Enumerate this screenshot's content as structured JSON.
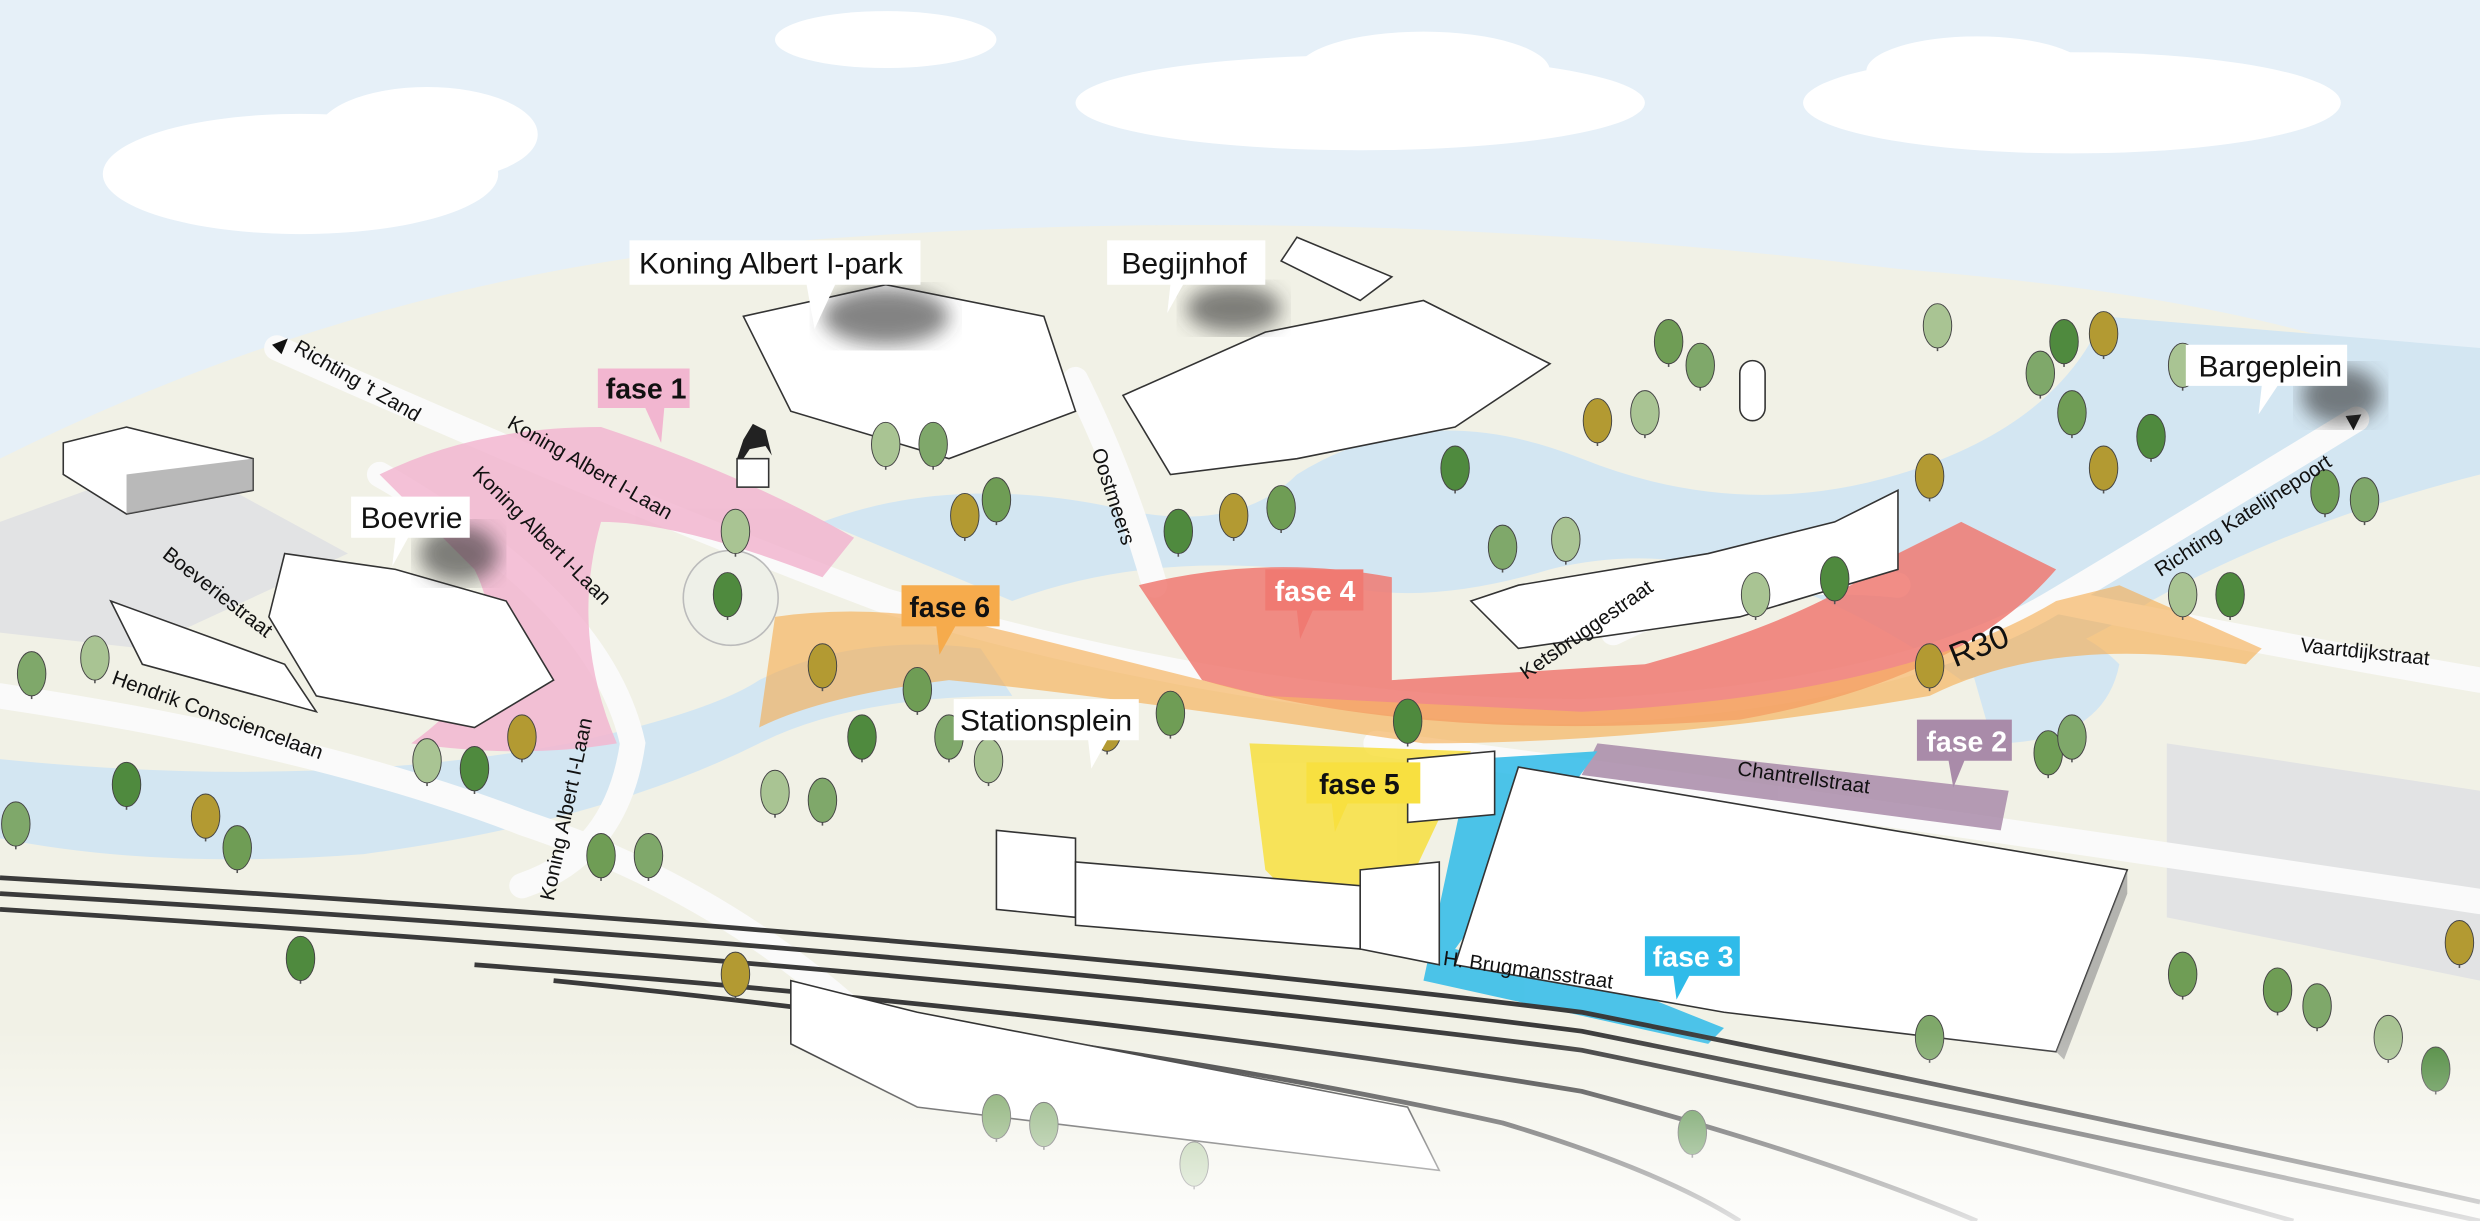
{
  "places": {
    "park": "Koning Albert I-park",
    "begijnhof": "Begijnhof",
    "boevrie": "Boevrie",
    "stationsplein": "Stationsplein",
    "bargeplein": "Bargeplein"
  },
  "phases": [
    {
      "label": "fase 1",
      "color": "#f2b6d0"
    },
    {
      "label": "fase 2",
      "color": "#a98ba9"
    },
    {
      "label": "fase 3",
      "color": "#2fbbe9"
    },
    {
      "label": "fase 4",
      "color": "#f07a72"
    },
    {
      "label": "fase 5",
      "color": "#f8e040"
    },
    {
      "label": "fase 6",
      "color": "#f6ab4c"
    }
  ],
  "streets": {
    "richting_zand": "Richting 't Zand",
    "albert_laan_1": "Koning Albert I-Laan",
    "albert_laan_2": "Koning Albert I-Laan",
    "albert_laan_3": "Koning Albert I-Laan",
    "boeveriestraat": "Boeveriestraat",
    "conscience": "Hendrik Consciencelaan",
    "oostmeers": "Oostmeers",
    "ketsbruggestraat": "Ketsbruggestraat",
    "r30": "R30",
    "richting_katelijnepoort": "Richting Katelijnepoort",
    "vaartdijkstraat": "Vaartdijkstraat",
    "chantrellstraat": "Chantrellstraat",
    "brugmansstraat": "H. Brugmansstraat"
  },
  "colors": {
    "sky": "#e6f0f8",
    "ground": "#f0f0e4",
    "water": "#d3e6f2",
    "road": "#f7f7f7",
    "rail": "#3a3a3a"
  }
}
